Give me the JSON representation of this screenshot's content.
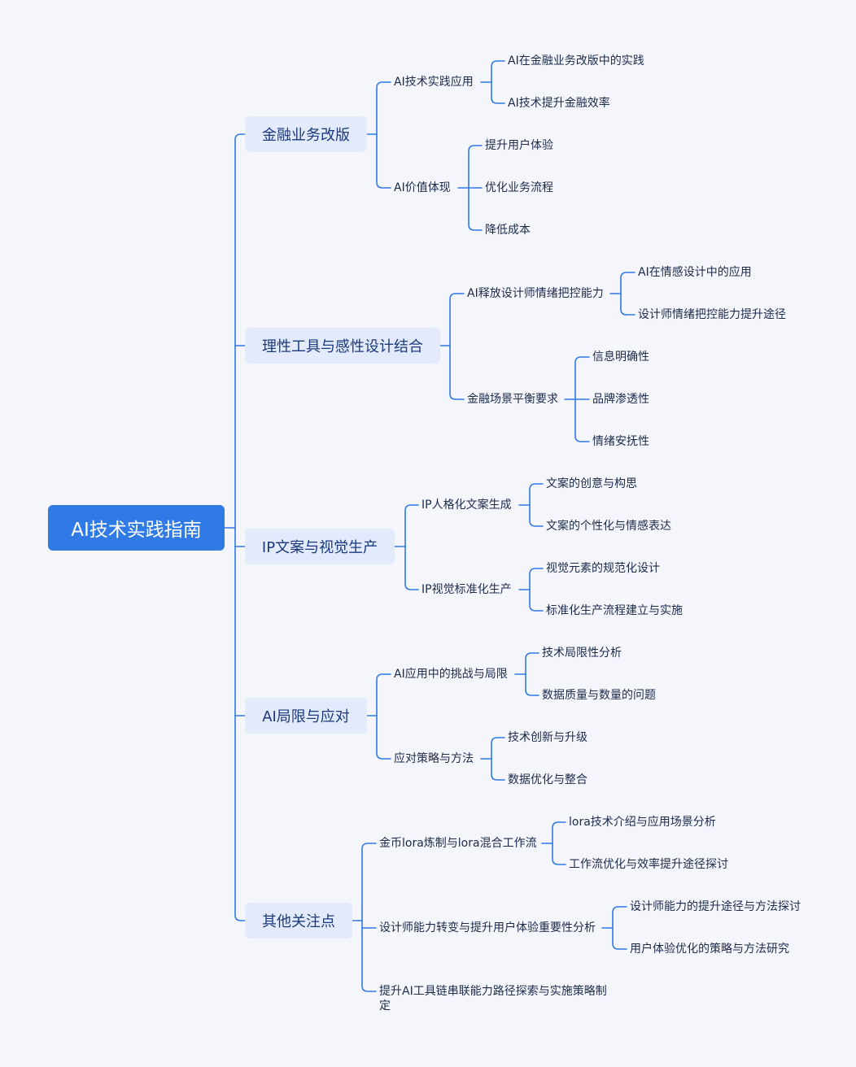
{
  "root": "AI技术实践指南",
  "branches": [
    {
      "label": "金融业务改版",
      "subs": [
        {
          "label": "AI技术实践应用",
          "leaves": [
            "AI在金融业务改版中的实践",
            "AI技术提升金融效率"
          ]
        },
        {
          "label": "AI价值体现",
          "leaves": [
            "提升用户体验",
            "优化业务流程",
            "降低成本"
          ]
        }
      ]
    },
    {
      "label": "理性工具与感性设计结合",
      "subs": [
        {
          "label": "AI释放设计师情绪把控能力",
          "leaves": [
            "AI在情感设计中的应用",
            "设计师情绪把控能力提升途径"
          ]
        },
        {
          "label": "金融场景平衡要求",
          "leaves": [
            "信息明确性",
            "品牌渗透性",
            "情绪安抚性"
          ]
        }
      ]
    },
    {
      "label": "IP文案与视觉生产",
      "subs": [
        {
          "label": "IP人格化文案生成",
          "leaves": [
            "文案的创意与构思",
            "文案的个性化与情感表达"
          ]
        },
        {
          "label": "IP视觉标准化生产",
          "leaves": [
            "视觉元素的规范化设计",
            "标准化生产流程建立与实施"
          ]
        }
      ]
    },
    {
      "label": "AI局限与应对",
      "subs": [
        {
          "label": "AI应用中的挑战与局限",
          "leaves": [
            "技术局限性分析",
            "数据质量与数量的问题"
          ]
        },
        {
          "label": "应对策略与方法",
          "leaves": [
            "技术创新与升级",
            "数据优化与整合"
          ]
        }
      ]
    },
    {
      "label": "其他关注点",
      "subs": [
        {
          "label": "金币lora炼制与lora混合工作流",
          "leaves": [
            "lora技术介绍与应用场景分析",
            "工作流优化与效率提升途径探讨"
          ]
        },
        {
          "label": "设计师能力转变与提升用户体验重要性分析",
          "leaves": [
            "设计师能力的提升途径与方法探讨",
            "用户体验优化的策略与方法研究"
          ]
        },
        {
          "label": "提升AI工具链串联能力路径探索与实施策略制定",
          "leaves": []
        }
      ]
    }
  ]
}
